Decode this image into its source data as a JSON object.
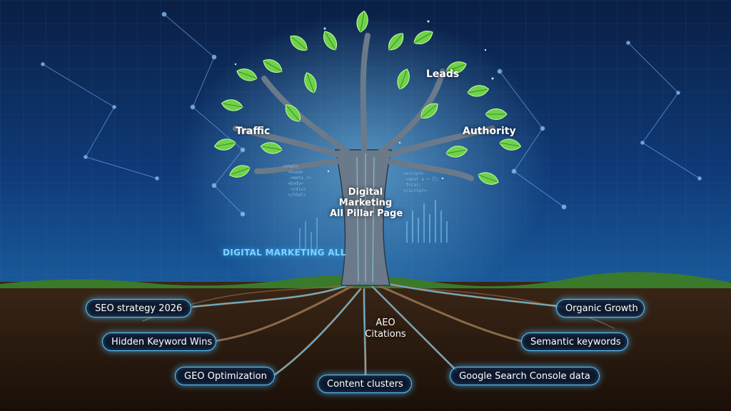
{
  "colors": {
    "sky_top": "#0a1f44",
    "sky_mid": "#0f3a78",
    "glow": "#5cc8ff",
    "soil": "#2a1a10",
    "grass": "#3a7a2a",
    "leaf": "#7fdc5a",
    "trunk": "#6b7a8a"
  },
  "branches": {
    "leads": "Leads",
    "traffic": "Traffic",
    "authority": "Authority"
  },
  "trunk": {
    "line1": "Digital",
    "line2": "Marketing",
    "line3": "All Pillar Page"
  },
  "banner_text": "DIGITAL MARKETING ALL",
  "roots": {
    "seo_strategy": "SEO strategy 2026",
    "hidden_keyword": "Hidden Keyword Wins",
    "geo_optimization": "GEO Optimization",
    "content_clusters": "Content clusters",
    "aeo_line1": "AEO",
    "aeo_line2": "Citations",
    "organic_growth": "Organic Growth",
    "semantic_keywords": "Semantic keywords",
    "gsc_data": "Google Search Console data"
  },
  "icons": [
    "tree-icon",
    "leaf-icon",
    "root-icon",
    "network-node-icon"
  ]
}
